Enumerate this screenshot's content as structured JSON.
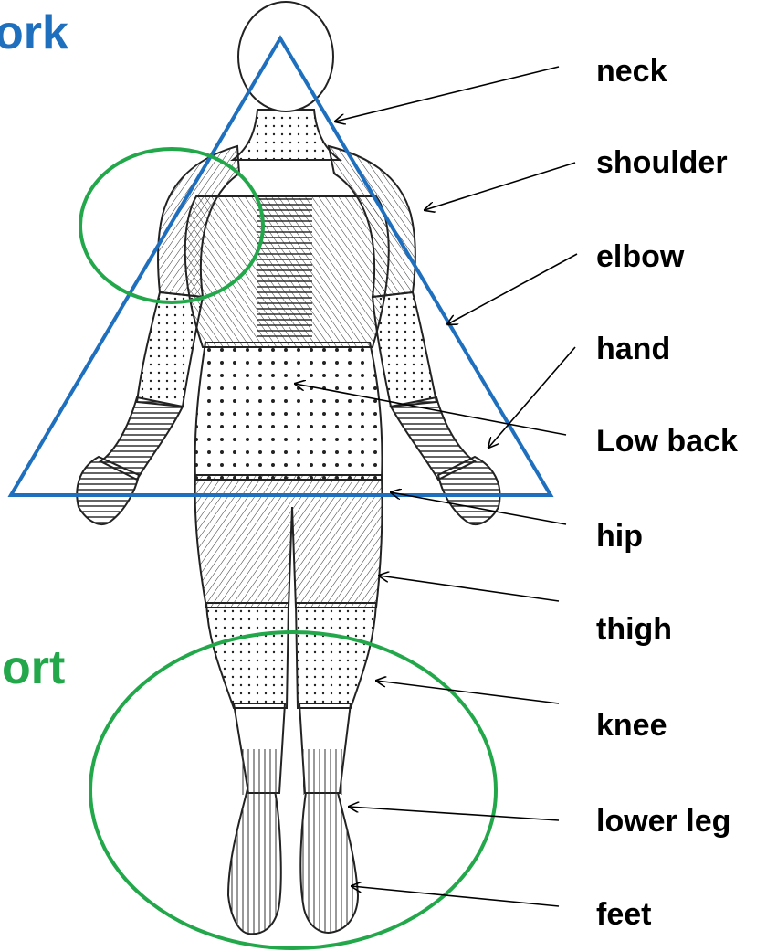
{
  "partial_words": {
    "top": "ork",
    "bottom": "ort"
  },
  "colors": {
    "triangle": "#1f6fbf",
    "circle": "#22a84a",
    "partial_top": "#1f6fbf",
    "partial_bottom": "#22a84a",
    "body_outline": "#222222"
  },
  "labels": [
    {
      "id": "neck",
      "text": "neck"
    },
    {
      "id": "shoulder",
      "text": "shoulder"
    },
    {
      "id": "elbow",
      "text": "elbow"
    },
    {
      "id": "hand",
      "text": "hand"
    },
    {
      "id": "low-back",
      "text": "Low back"
    },
    {
      "id": "hip",
      "text": "hip"
    },
    {
      "id": "thigh",
      "text": "thigh"
    },
    {
      "id": "knee",
      "text": "knee"
    },
    {
      "id": "lower-leg",
      "text": "lower leg"
    },
    {
      "id": "feet",
      "text": "feet"
    }
  ]
}
